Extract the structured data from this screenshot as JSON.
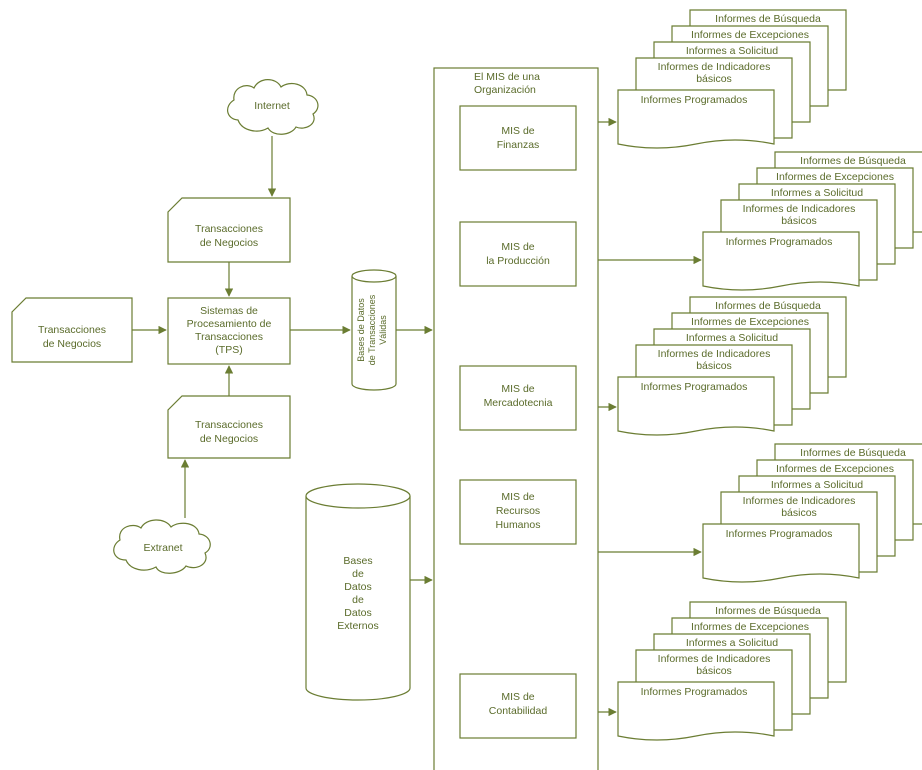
{
  "colors": {
    "stroke": "#6b7d33",
    "text": "#5a6b2a",
    "background": "#ffffff"
  },
  "clouds": {
    "internet": "Internet",
    "extranet": "Extranet"
  },
  "documents": {
    "top": [
      "Transacciones",
      "de Negocios"
    ],
    "left": [
      "Transacciones",
      "de Negocios"
    ],
    "bottom": [
      "Transacciones",
      "de Negocios"
    ]
  },
  "tps": [
    "Sistemas de",
    "Procesamiento de",
    "Transacciones",
    "(TPS)"
  ],
  "valid_db": [
    "Bases de Datos",
    "de Transacciones",
    "Válidas"
  ],
  "external_db": [
    "Bases",
    "de",
    "Datos",
    "de",
    "Datos",
    "Externos"
  ],
  "mis_org": [
    "El MIS de una",
    "Organización"
  ],
  "mis_modules": [
    [
      "MIS de",
      "Finanzas"
    ],
    [
      "MIS de",
      "la Producción"
    ],
    [
      "MIS de",
      "Mercadotecnia"
    ],
    [
      "MIS de",
      "Recursos",
      "Humanos"
    ],
    [
      "MIS de",
      "Contabilidad"
    ]
  ],
  "reports": {
    "busqueda": "Informes de Búsqueda",
    "excepciones": "Informes de Excepciones",
    "solicitud": "Informes a Solicitud",
    "indicadores": [
      "Informes de Indicadores",
      "básicos"
    ],
    "programados": "Informes Programados"
  }
}
